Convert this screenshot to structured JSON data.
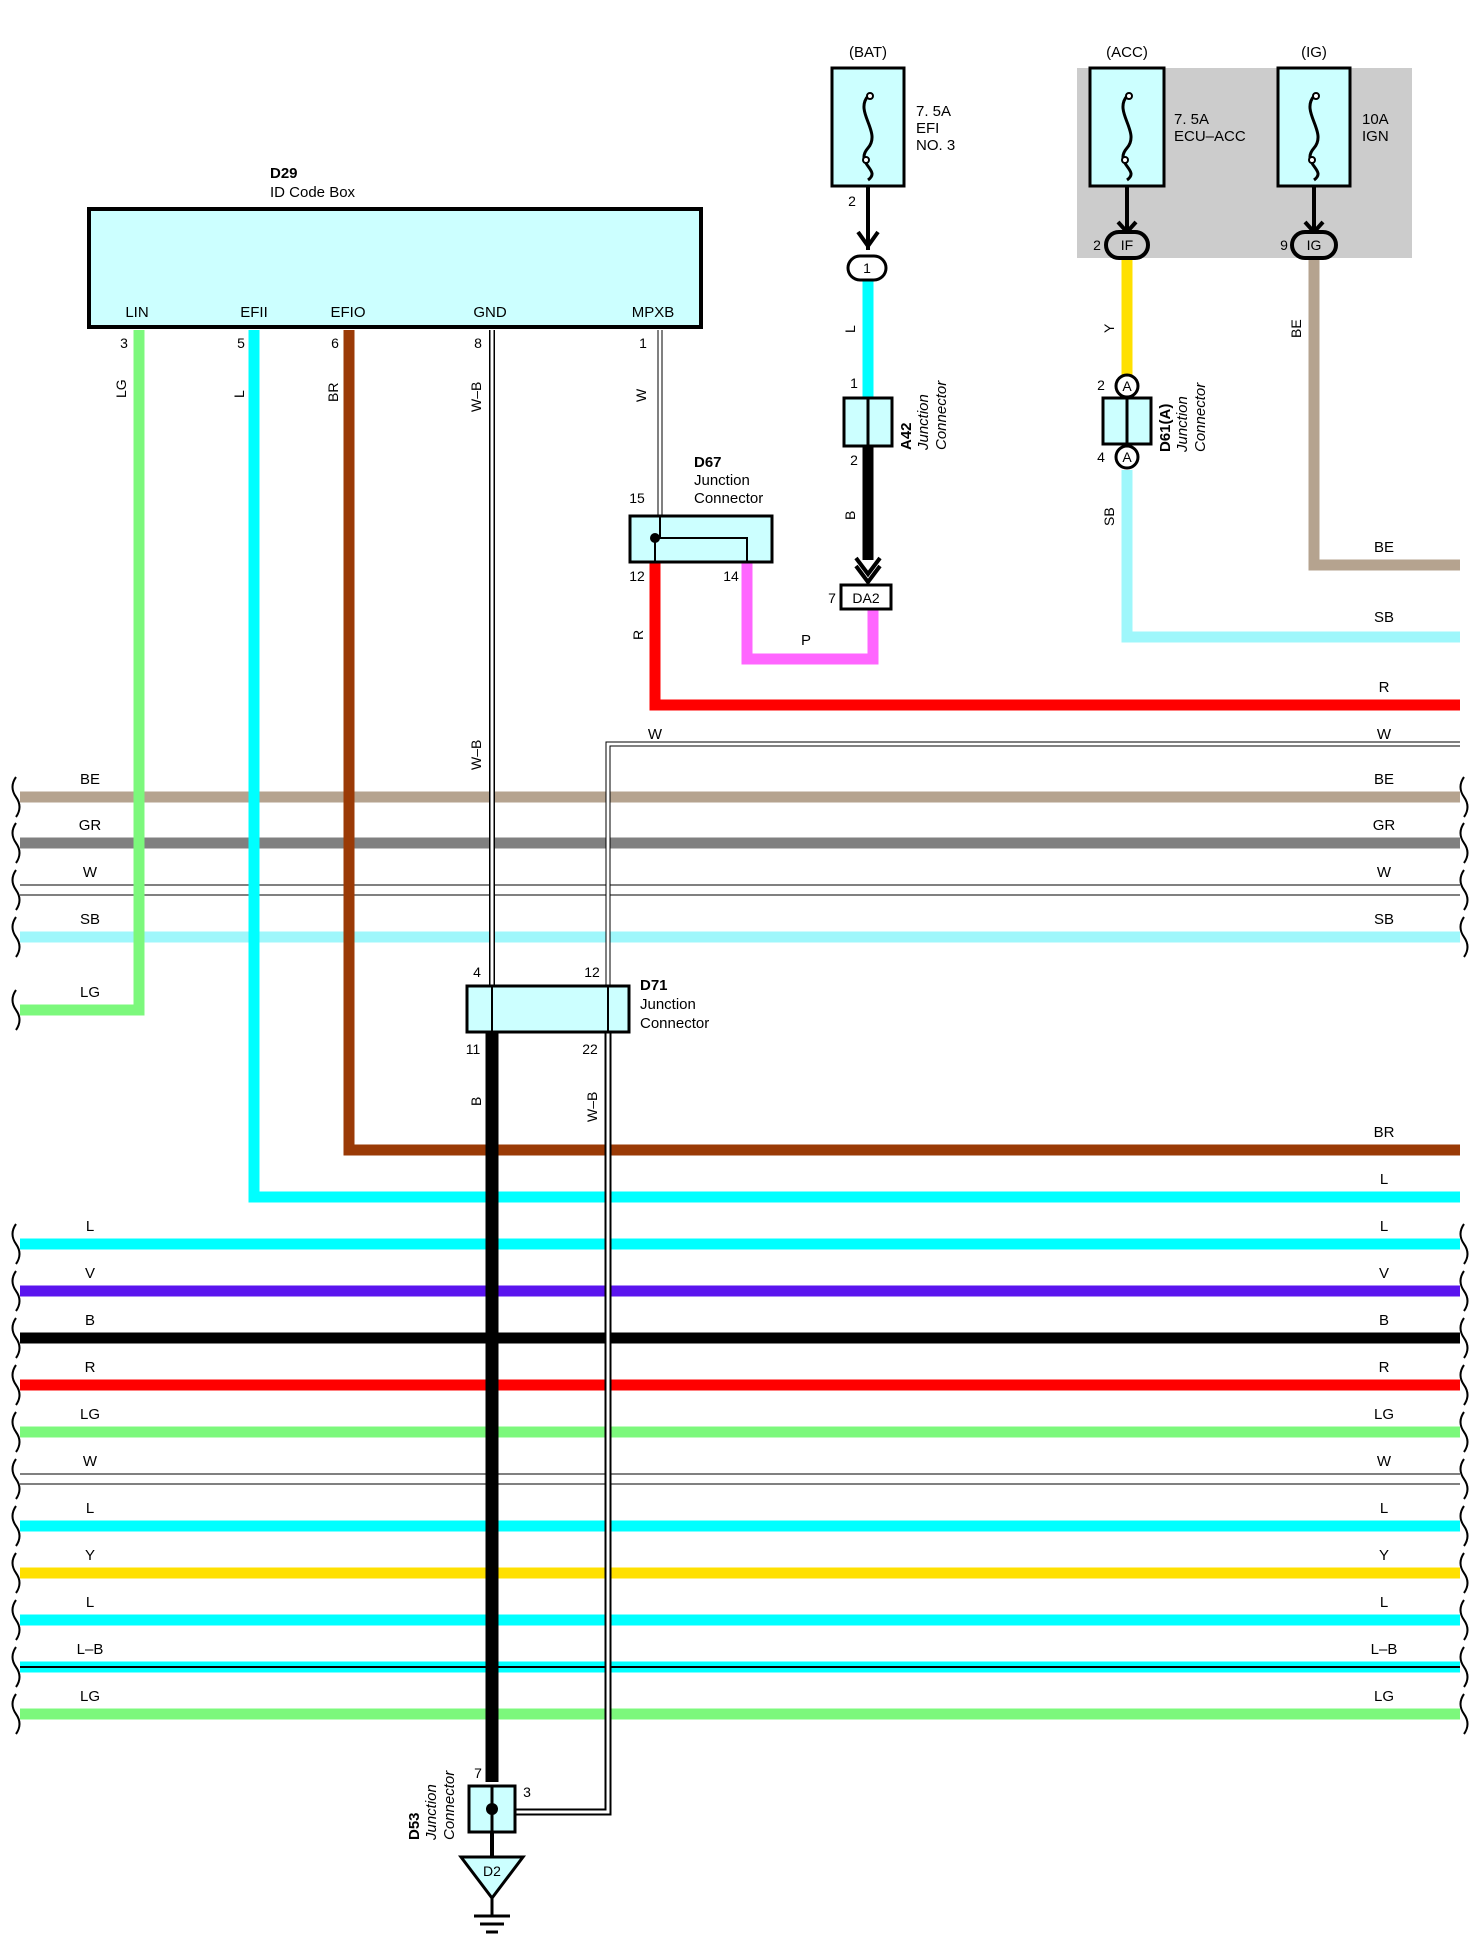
{
  "supplies": {
    "bat": {
      "name": "(BAT)",
      "fuse_amp": "7. 5A",
      "fuse_name_1": "EFI",
      "fuse_name_2": "NO. 3",
      "pin": "2",
      "conn": "1"
    },
    "acc": {
      "name": "(ACC)",
      "fuse_amp": "7. 5A",
      "fuse_name": "ECU–ACC",
      "pin": "2",
      "conn": "IF"
    },
    "ig": {
      "name": "(IG)",
      "fuse_amp": "10A",
      "fuse_name": "IGN",
      "pin": "9",
      "conn": "IG"
    }
  },
  "id_box": {
    "code": "D29",
    "name": "ID Code Box",
    "pins": [
      {
        "name": "LIN",
        "num": "3",
        "wire": "LG"
      },
      {
        "name": "EFII",
        "num": "5",
        "wire": "L"
      },
      {
        "name": "EFIO",
        "num": "6",
        "wire": "BR"
      },
      {
        "name": "GND",
        "num": "8",
        "wire": "W–B"
      },
      {
        "name": "MPXB",
        "num": "1",
        "wire": "W"
      }
    ]
  },
  "d67": {
    "code": "D67",
    "line1": "Junction",
    "line2": "Connector",
    "pin_in": "15",
    "pin_r": "12",
    "pin_p": "14",
    "wire_r": "R",
    "wire_p": "P"
  },
  "a42": {
    "code": "A42",
    "line1": "Junction",
    "line2": "Connector",
    "pin_in": "1",
    "pin_out": "2",
    "wire_in": "L",
    "wire_out": "B",
    "term_pin": "7",
    "term": "DA2"
  },
  "d61": {
    "code": "D61(A)",
    "line1": "Junction",
    "line2": "Connector",
    "pin_in": "2",
    "pin_out": "4",
    "mark": "A",
    "wire_in": "Y",
    "wire_out": "SB",
    "wire_ig": "BE"
  },
  "d71": {
    "code": "D71",
    "line1": "Junction",
    "line2": "Connector",
    "pin_4": "4",
    "pin_12": "12",
    "pin_11": "11",
    "pin_22": "22",
    "wire_gnd_mid": "W–B",
    "wire_b": "B",
    "wire_wb": "W–B",
    "wire_w_top": "W"
  },
  "d53": {
    "code": "D53",
    "line1": "Junction",
    "line2": "Connector",
    "pin_7": "7",
    "pin_3": "3",
    "ground": "D2"
  },
  "right_wires": {
    "be": "BE",
    "sb": "SB",
    "r": "R",
    "w": "W",
    "br": "BR",
    "l": "L"
  },
  "bus_top": [
    {
      "label": "BE",
      "color": "#b5a38f"
    },
    {
      "label": "GR",
      "color": "#808080"
    },
    {
      "label": "W",
      "color": "#ffffff"
    },
    {
      "label": "SB",
      "color": "#9ff7fb"
    }
  ],
  "lg_stub": {
    "label": "LG",
    "color": "#7cf87c"
  },
  "bus_bottom": [
    {
      "label": "L",
      "color": "#00ffff"
    },
    {
      "label": "V",
      "color": "#5a14ee"
    },
    {
      "label": "B",
      "color": "#000000"
    },
    {
      "label": "R",
      "color": "#ff0000"
    },
    {
      "label": "LG",
      "color": "#7cf87c"
    },
    {
      "label": "W",
      "color": "#ffffff"
    },
    {
      "label": "L",
      "color": "#00ffff"
    },
    {
      "label": "Y",
      "color": "#ffe000"
    },
    {
      "label": "L",
      "color": "#00ffff"
    },
    {
      "label": "L–B",
      "color": "#00ffff"
    },
    {
      "label": "LG",
      "color": "#7cf87c"
    }
  ],
  "colors": {
    "box_fill": "#ccffff",
    "shade": "#cccccc",
    "cyan": "#00ffff",
    "brown": "#9a3a06",
    "red": "#ff0000",
    "pink": "#ff66ff",
    "yellow": "#ffe000",
    "beige": "#b5a38f",
    "sky": "#9ff7fb",
    "lgreen": "#7cf87c"
  }
}
